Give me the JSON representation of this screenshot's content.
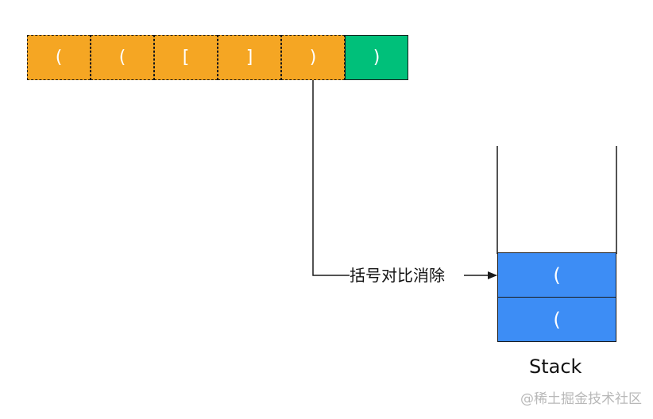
{
  "input_sequence": [
    {
      "symbol": "(",
      "state": "done"
    },
    {
      "symbol": "(",
      "state": "done"
    },
    {
      "symbol": "[",
      "state": "done"
    },
    {
      "symbol": "]",
      "state": "done"
    },
    {
      "symbol": ")",
      "state": "done"
    },
    {
      "symbol": ")",
      "state": "current"
    }
  ],
  "arrow_label": "括号对比消除",
  "stack": {
    "label": "Stack",
    "items": [
      "(",
      "("
    ]
  },
  "watermark": "@稀土掘金技术社区",
  "colors": {
    "done": "#f5a623",
    "current": "#00c07a",
    "stack_item": "#3d8df5",
    "stroke": "#1a1a1a"
  }
}
